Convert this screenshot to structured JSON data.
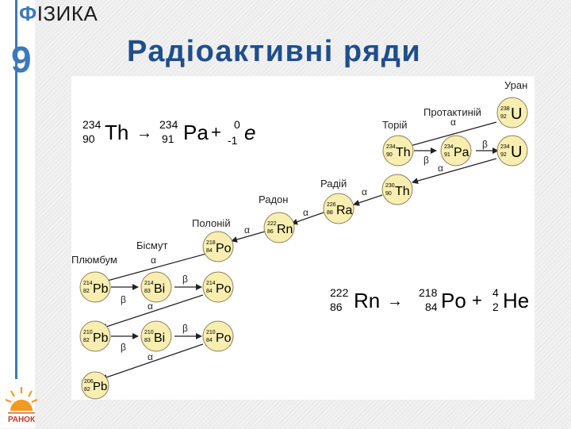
{
  "header": {
    "brand_first": "Ф",
    "brand_rest": "ІЗИКА",
    "grade": "9",
    "title": "Радіоактивні ряди"
  },
  "publisher": {
    "line1": "РАНОК"
  },
  "colors": {
    "accent": "#3d78b8",
    "title": "#1f4e8c",
    "nuclide_fill": "#f7eeb0"
  },
  "series_labels": {
    "uranium": "Уран",
    "protactinium": "Протактиній",
    "thorium": "Торій",
    "radium": "Радій",
    "radon": "Радон",
    "polonium": "Полоній",
    "bismuth": "Бісмут",
    "lead": "Плюмбум"
  },
  "decay": {
    "alpha": "α",
    "beta": "β"
  },
  "nuclides": [
    {
      "id": "u238",
      "a": "238",
      "z": "92",
      "sym": "U"
    },
    {
      "id": "th234",
      "a": "234",
      "z": "90",
      "sym": "Th"
    },
    {
      "id": "pa234",
      "a": "234",
      "z": "91",
      "sym": "Pa"
    },
    {
      "id": "u234",
      "a": "234",
      "z": "92",
      "sym": "U"
    },
    {
      "id": "th230",
      "a": "230",
      "z": "90",
      "sym": "Th"
    },
    {
      "id": "ra226",
      "a": "226",
      "z": "88",
      "sym": "Ra"
    },
    {
      "id": "rn222",
      "a": "222",
      "z": "86",
      "sym": "Rn"
    },
    {
      "id": "po218",
      "a": "218",
      "z": "84",
      "sym": "Po"
    },
    {
      "id": "pb214",
      "a": "214",
      "z": "82",
      "sym": "Pb"
    },
    {
      "id": "bi214",
      "a": "214",
      "z": "83",
      "sym": "Bi"
    },
    {
      "id": "po214",
      "a": "214",
      "z": "84",
      "sym": "Po"
    },
    {
      "id": "pb210",
      "a": "210",
      "z": "82",
      "sym": "Pb"
    },
    {
      "id": "bi210",
      "a": "210",
      "z": "83",
      "sym": "Bi"
    },
    {
      "id": "po210",
      "a": "210",
      "z": "84",
      "sym": "Po"
    },
    {
      "id": "pb206",
      "a": "206",
      "z": "82",
      "sym": "Pb"
    }
  ],
  "equation1": {
    "th_a": "234",
    "th_z": "90",
    "th": "Th",
    "arrow": "→",
    "pa_a": "234",
    "pa_z": "91",
    "pa": "Pa",
    "plus": "+",
    "e_a": "0",
    "e_z": "-1",
    "e": "e"
  },
  "equation2": {
    "rn_a": "222",
    "rn_z": "86",
    "rn": "Rn",
    "arrow": "→",
    "po_a": "218",
    "po_z": "84",
    "po": "Po",
    "plus": "+",
    "he_a": "4",
    "he_z": "2",
    "he": "He"
  }
}
